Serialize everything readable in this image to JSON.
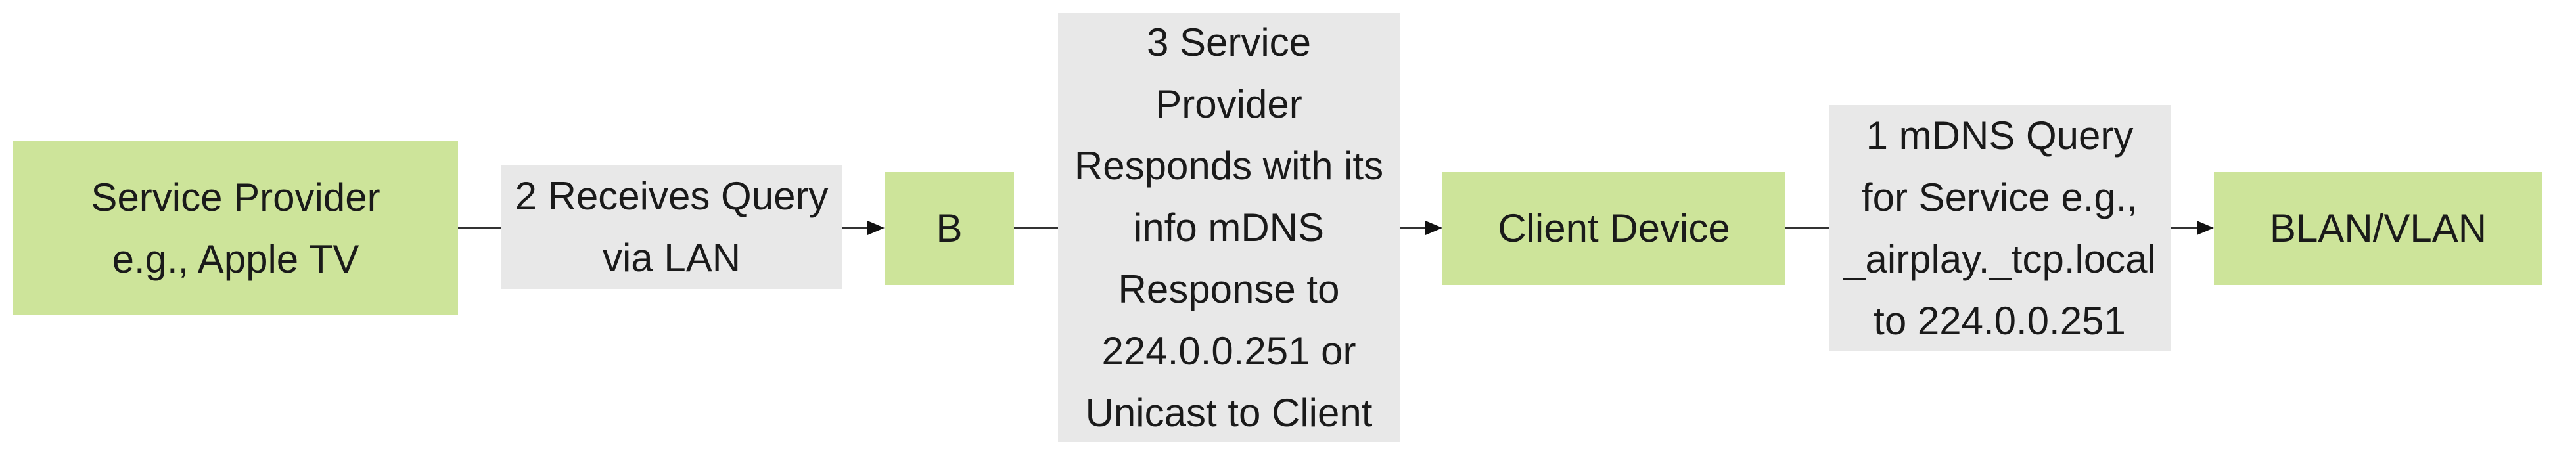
{
  "diagram": {
    "nodes": {
      "service_provider": "Service Provider\ne.g., Apple TV",
      "receives_query": "2 Receives Query\nvia LAN",
      "b": "B",
      "service_provider_responds": "3 Service\nProvider\nResponds with its\ninfo mDNS\nResponse to\n224.0.0.251 or\nUnicast to Client",
      "client_device": "Client Device",
      "mdns_query": "1 mDNS Query\nfor Service e.g.,\n_airplay._tcp.local\nto 224.0.0.251",
      "blan_vlan": "BLAN/VLAN"
    },
    "colors": {
      "entity_fill": "#cde49a",
      "label_fill": "#e8e8e8",
      "connector": "#333333"
    }
  }
}
